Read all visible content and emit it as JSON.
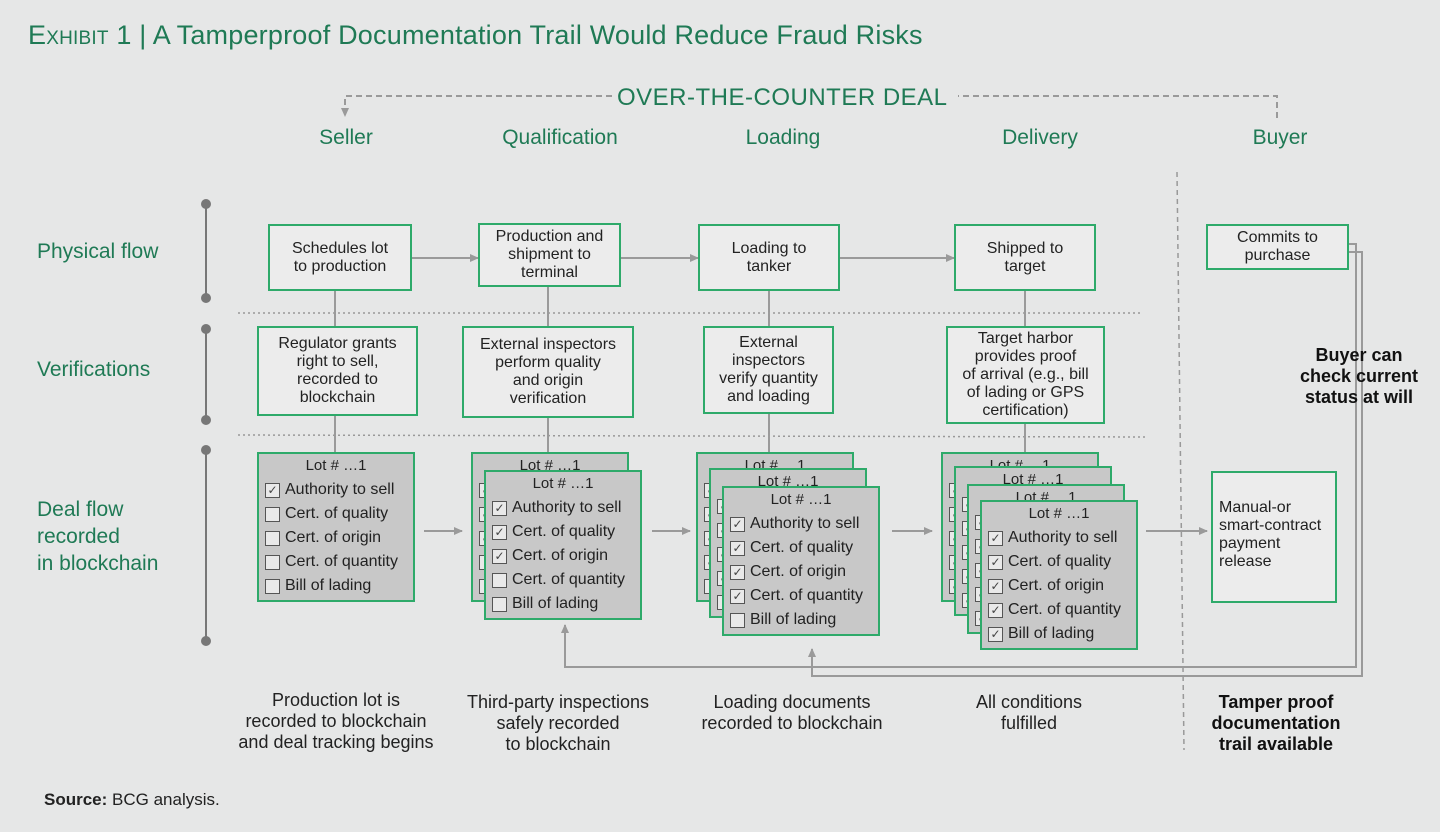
{
  "title": {
    "exhibit": "Exhibit 1",
    "separator": "|",
    "text": "A Tamperproof Documentation Trail Would Reduce Fraud Risks"
  },
  "otc_label": "OVER-THE-COUNTER DEAL",
  "stages": {
    "seller": "Seller",
    "qualification": "Qualification",
    "loading": "Loading",
    "delivery": "Delivery",
    "buyer": "Buyer"
  },
  "rows": {
    "physical": "Physical flow",
    "verifications": "Verifications",
    "deal1": "Deal flow",
    "deal2": "recorded",
    "deal3": "in blockchain"
  },
  "physical": {
    "seller": [
      "Schedules lot",
      "to production"
    ],
    "qualification": [
      "Production and",
      "shipment to",
      "terminal"
    ],
    "loading": [
      "Loading to",
      "tanker"
    ],
    "delivery": [
      "Shipped to",
      "target"
    ],
    "buyer": [
      "Commits to",
      "purchase"
    ]
  },
  "verifications": {
    "seller": [
      "Regulator grants",
      "right to sell,",
      "recorded to",
      "blockchain"
    ],
    "qualification": [
      "External inspectors",
      "perform quality",
      "and origin",
      "verification"
    ],
    "loading": [
      "External",
      "inspectors",
      "verify quantity",
      "and loading"
    ],
    "delivery": [
      "Target harbor",
      "provides proof",
      "of arrival (e.g., bill",
      "of lading or GPS",
      "certification)"
    ]
  },
  "card": {
    "lot": "Lot # …1",
    "items": [
      "Authority to sell",
      "Cert. of quality",
      "Cert. of origin",
      "Cert. of quantity",
      "Bill of lading"
    ],
    "check_glyph": "✓"
  },
  "payment": [
    "Manual-or",
    "smart-contract",
    "payment",
    "release"
  ],
  "buyer_check": [
    "Buyer can",
    "check current",
    "status at will"
  ],
  "captions": {
    "seller": [
      "Production lot is",
      "recorded to blockchain",
      "and deal tracking begins"
    ],
    "qualification": [
      "Third-party inspections",
      "safely recorded",
      "to blockchain"
    ],
    "loading": [
      "Loading documents",
      "recorded to blockchain"
    ],
    "delivery": [
      "All conditions",
      "fulfilled"
    ],
    "buyer": [
      "Tamper proof",
      "documentation",
      "trail available"
    ]
  },
  "source": {
    "label": "Source:",
    "text": "BCG analysis."
  },
  "colors": {
    "green_text": "#1f7a55",
    "green_border": "#2eaa6a",
    "card_fill": "#c8c8c8",
    "background": "#e6e7e7",
    "line_gray": "#9a9a9a"
  }
}
